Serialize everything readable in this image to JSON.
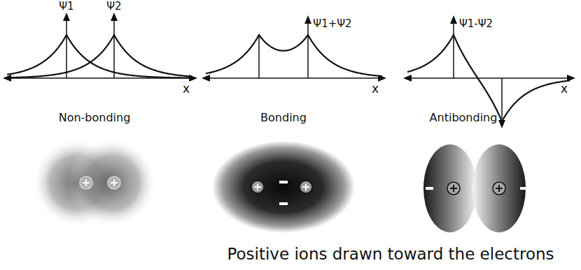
{
  "diagram": {
    "caption": "Positive ions drawn toward the electrons",
    "labels": [
      "Ψ1",
      "Ψ2",
      "x",
      "Ψ1+Ψ2",
      "x",
      "Ψ1-Ψ2",
      "x",
      "Non-bonding",
      "Bonding",
      "Antibonding"
    ]
  }
}
